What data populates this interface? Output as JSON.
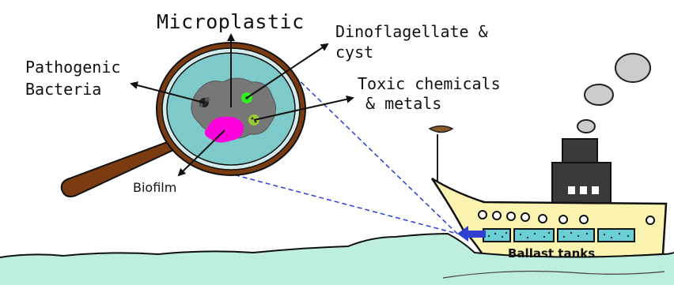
{
  "labels": {
    "microplastic": "Microplastic",
    "dinoflagellate_line1": "Dinoflagellate &",
    "dinoflagellate_line2": "cyst",
    "pathogenic_line1": "Pathogenic",
    "pathogenic_line2": "Bacteria",
    "toxic_line1": "Toxic chemicals",
    "toxic_line2": "& metals",
    "biofilm": "Biofilm",
    "ballast": "Ballast tanks"
  },
  "colors": {
    "sea": "#bdeee0",
    "lens": "#7ec9c9",
    "lens_rim": "#d4ecec",
    "handle": "#7a3b10",
    "microplastic": "#777777",
    "biofilm": "#ff00dd",
    "dinoflagellate": "#33ee22",
    "toxic": "#99cc33",
    "hull": "#fbf4b0",
    "funnel": "#3a3a3a",
    "smoke": "#cccccc",
    "tank": "#6ad0d6",
    "dashed_line": "#2a3fd6",
    "inflow_arrow": "#3040d0"
  },
  "icons": {
    "magnifier": "magnifying-glass-icon",
    "ship": "ship-icon",
    "inflow": "water-inflow-arrow-icon"
  }
}
